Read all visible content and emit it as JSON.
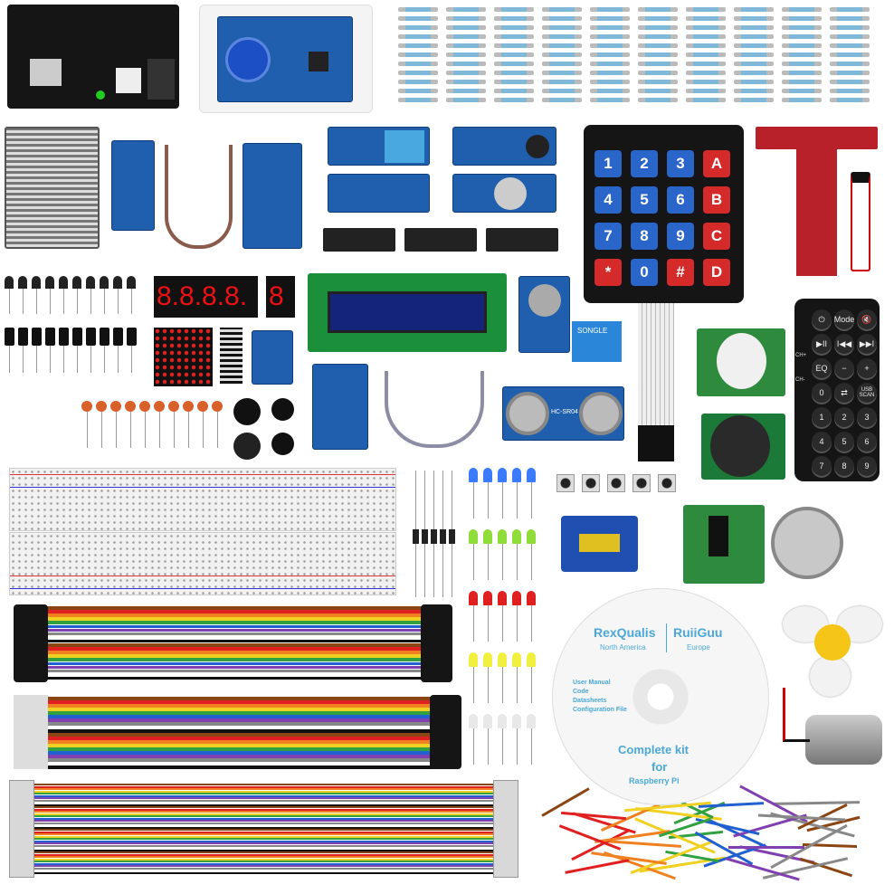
{
  "product": "Complete kit for Raspberry Pi",
  "keypad": {
    "keys": [
      "1",
      "2",
      "3",
      "A",
      "4",
      "5",
      "6",
      "B",
      "7",
      "8",
      "9",
      "C",
      "*",
      "0",
      "#",
      "D"
    ],
    "colors": {
      "digit": "#2a66c9",
      "letter": "#d42a2a"
    }
  },
  "remote": {
    "keys": [
      "⏻",
      "Mode",
      "🔇",
      "▶II",
      "I◀◀",
      "▶▶I",
      "EQ",
      "−",
      "+",
      "0",
      "⇄",
      "USB SCAN",
      "1",
      "2",
      "3",
      "4",
      "5",
      "6",
      "7",
      "8",
      "9"
    ],
    "side_labels": [
      "CH+",
      "CH-"
    ]
  },
  "seven_segment": {
    "four_digit": "8.8.8.8.",
    "single_digit": "8"
  },
  "ultrasonic_label": "HC-SR04",
  "relay_label": "SONGLE",
  "cd": {
    "brand_left": "RexQualis",
    "region_left": "North America",
    "brand_right": "RuiiGuu",
    "region_right": "Europe",
    "contents": [
      "User Manual",
      "Code",
      "Datasheets",
      "Configuration File"
    ],
    "title_line1": "Complete kit",
    "title_line2": "for",
    "title_line3": "Raspberry Pi"
  },
  "wire_colors": [
    "#8b4513",
    "#e02020",
    "#f08020",
    "#f0d020",
    "#30a040",
    "#2060d0",
    "#8040b0",
    "#888888",
    "#ffffff",
    "#111111"
  ]
}
